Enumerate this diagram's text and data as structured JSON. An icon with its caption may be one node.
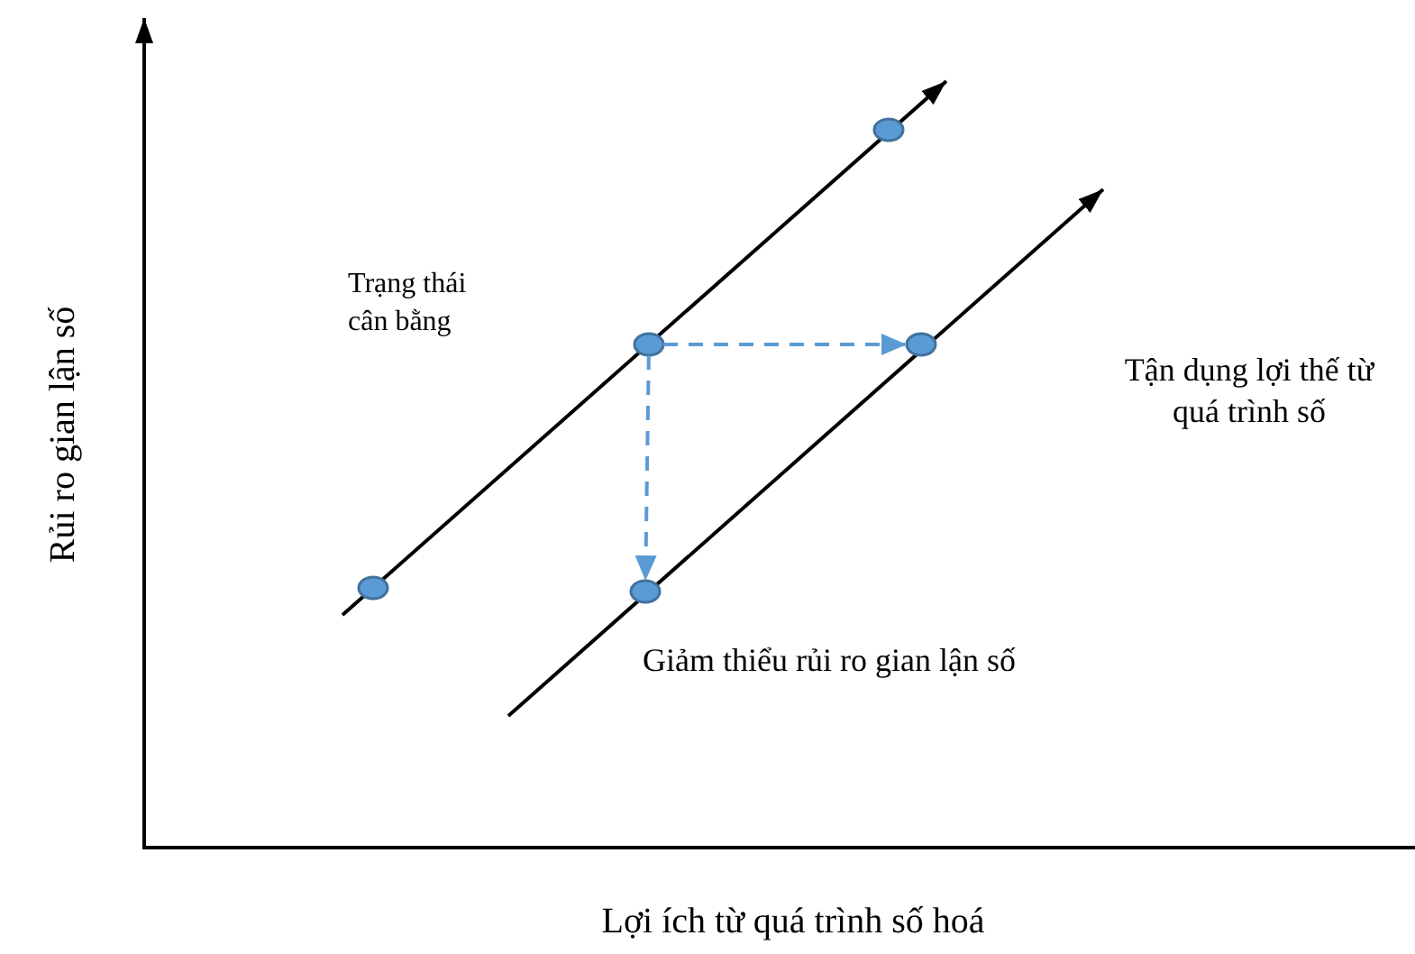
{
  "diagram": {
    "nodes": [
      {
        "text": [],
        "shape": "circle"
      },
      {
        "text": [],
        "shape": "circle"
      },
      {
        "text": [],
        "shape": "circle"
      },
      {
        "text": [],
        "shape": "circle"
      },
      {
        "text": [],
        "shape": "circle"
      }
    ],
    "edges": [
      {
        "from": 1,
        "to": 2,
        "arrow": "to",
        "style": "dashed",
        "color": "#5b9bd5"
      },
      {
        "from": 1,
        "to": 4,
        "arrow": "to",
        "style": "dashed",
        "color": "#5b9bd5"
      }
    ],
    "labels": [
      "Trạng thái cân bằng",
      "Rủi ro gian lận số",
      "Tận dụng lợi thế từ quá trình số",
      "Giảm thiểu rủi ro gian lận số",
      "Lợi ích từ quá trình số hoá"
    ]
  }
}
